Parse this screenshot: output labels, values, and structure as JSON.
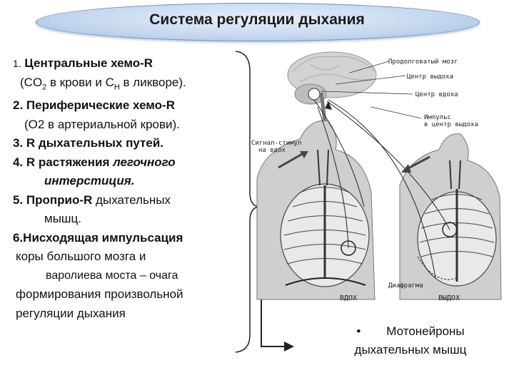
{
  "title": "Система регуляции дыхания",
  "items": {
    "i1_num": "1.",
    "i1_text": " Центральные хемо-R",
    "i1_sub_a": "(CO",
    "i1_sub_a_idx": "2",
    "i1_sub_b": " в крови и C",
    "i1_sub_b_idx": "H",
    "i1_sub_c": " в ликворе).",
    "i2": "2. Периферические хемо-R",
    "i2_sub": "(O2 в артериальной крови).",
    "i3": "3. R дыхательных путей.",
    "i4_a": "4. R растяжения ",
    "i4_b": "легочного",
    "i4_c": "интерстиция.",
    "i5_a": "5. Проприо-R",
    "i5_b": " дыхательных",
    "i5_c": "мышц.",
    "i6": "6.Нисходящая импульсация",
    "i6_l1": "коры большого мозга и",
    "i6_l2": "варолиева моста – очага",
    "i6_l3": "формирования произвольной",
    "i6_l4": "регуляции дыхания"
  },
  "figure_labels": {
    "medulla": "Продолговатый мозг",
    "exp_center": "Центр выдоха",
    "insp_center": "Центр вдоха",
    "impulse": "Импульс",
    "impulse2": "в центр выдоха",
    "signal": "Сигнал-стимул",
    "signal2": "на вдох",
    "diaphragm": "Диафрагма",
    "inhale": "ВДОХ",
    "exhale": "ВЫДОХ"
  },
  "motor": {
    "bullet": "•",
    "line1": "Мотонейроны",
    "line2": "дыхательных мышц"
  }
}
